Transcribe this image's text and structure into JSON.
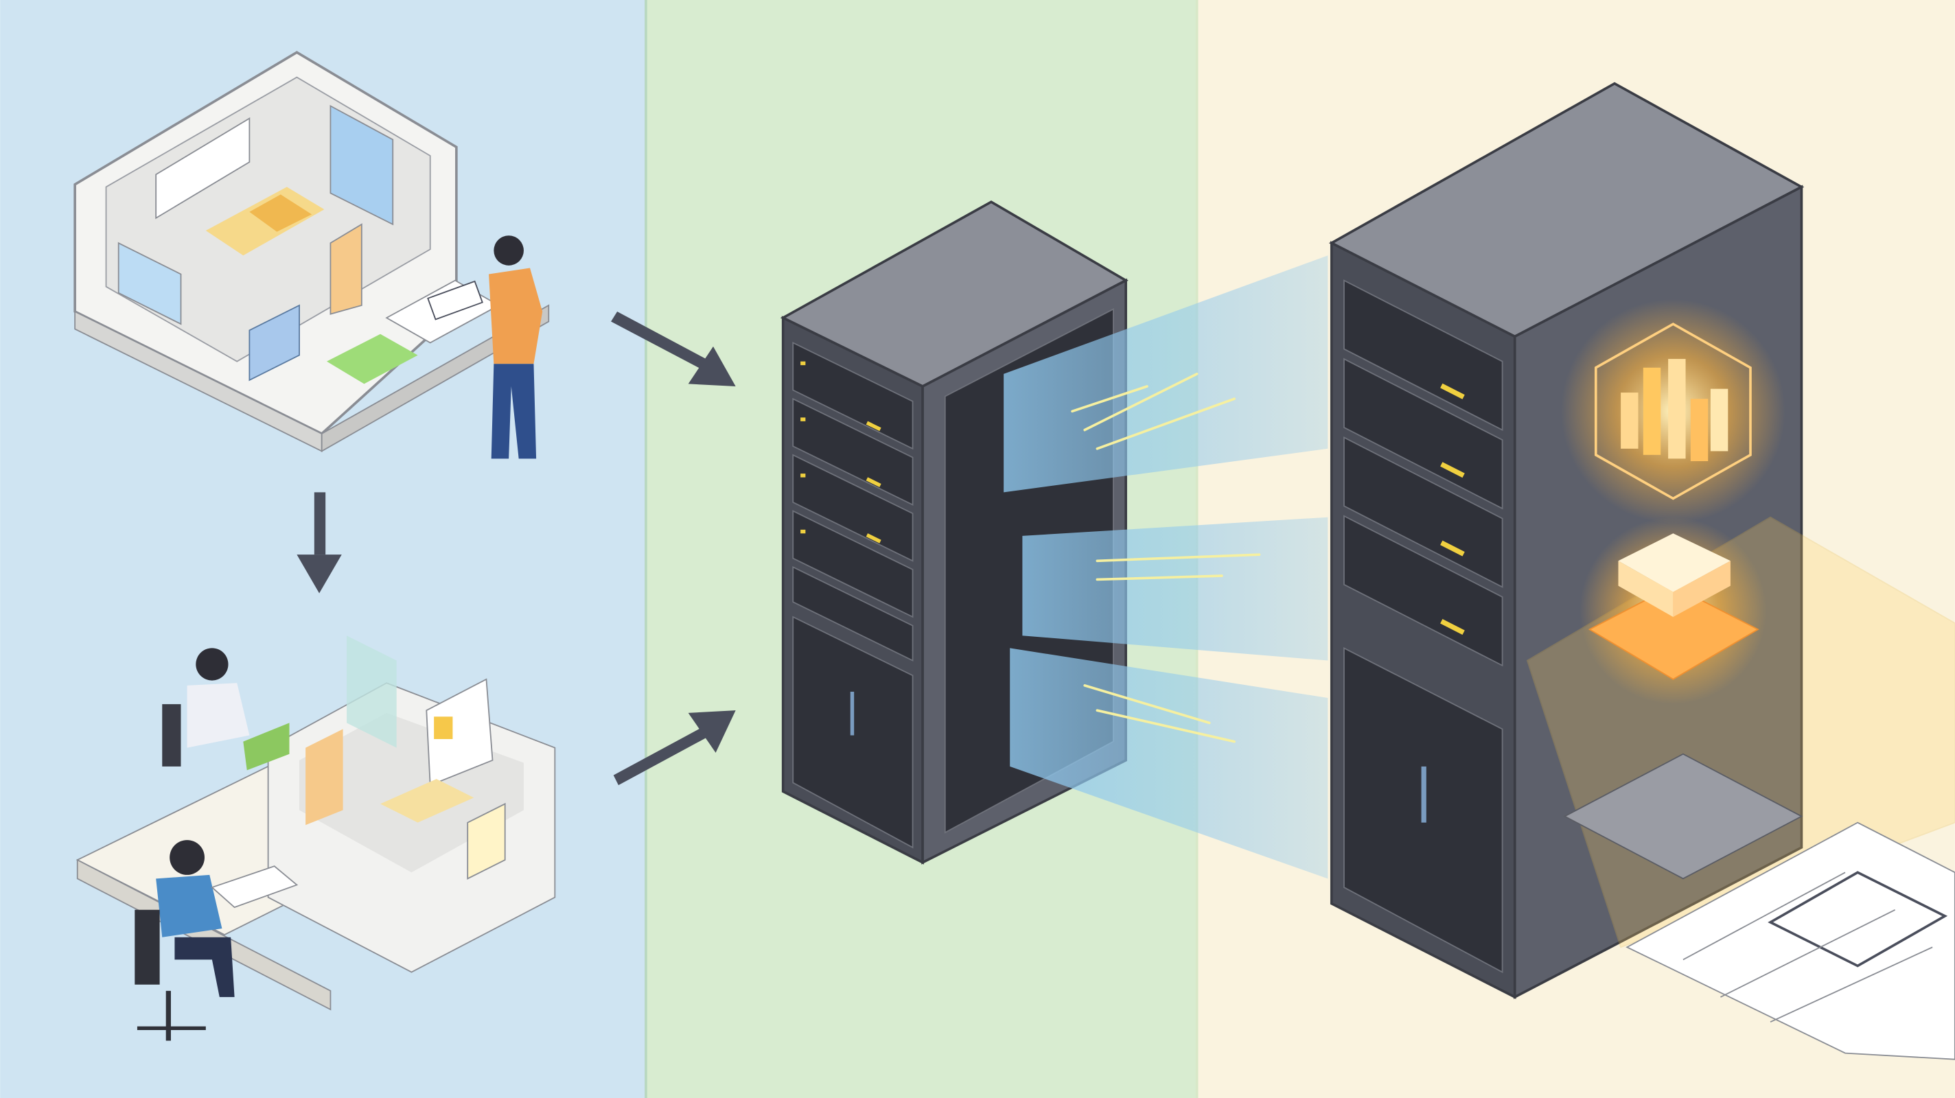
{
  "panels": [
    {
      "name": "design-offices",
      "color": "#cfe4f2"
    },
    {
      "name": "server-rack",
      "color": "#d8ecd0"
    },
    {
      "name": "ai-server",
      "color": "#faf3df"
    }
  ],
  "colors": {
    "server_front": "#4a4d57",
    "server_side": "#5d606b",
    "server_top": "#8c8f98",
    "beam": "#8fc8ee",
    "glow": "#ffb43c",
    "arrow": "#4a4e5c",
    "person_orange": "#f0a050",
    "person_blue": "#4a8cc8"
  },
  "icons": [
    "arrow-right-down-icon",
    "arrow-down-icon",
    "arrow-right-up-icon",
    "glowing-data-cube-icon",
    "chip-icon",
    "blueprint-icon"
  ]
}
